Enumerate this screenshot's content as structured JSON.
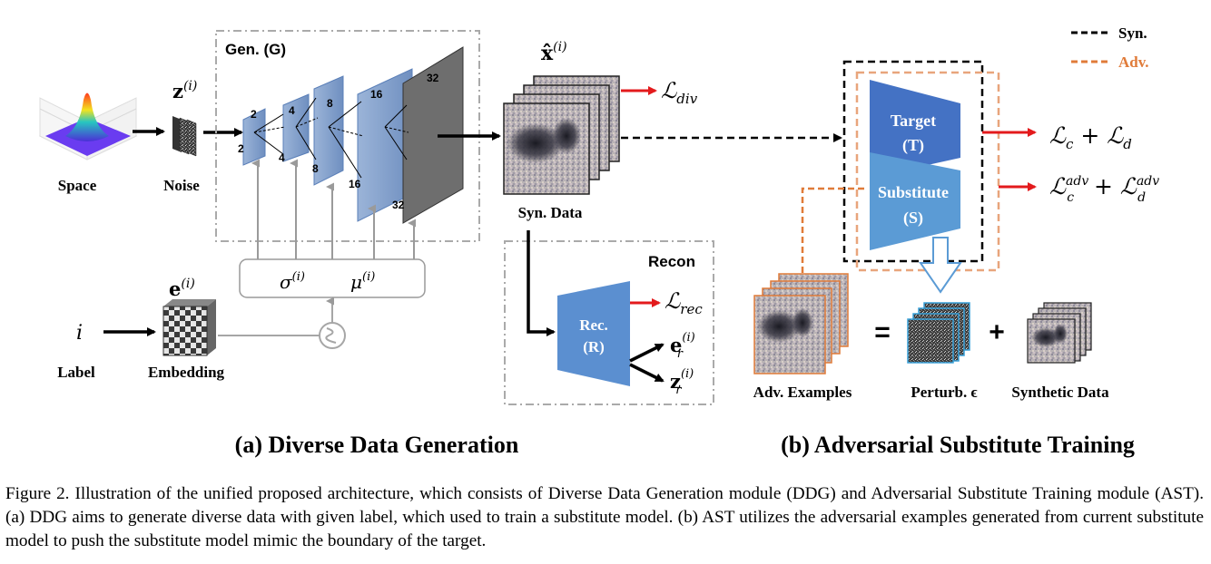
{
  "ddg": {
    "space_label": "Space",
    "noise_label": "Noise",
    "z_symbol": "z",
    "z_sup": "(i)",
    "gen_title": "Gen. (G)",
    "layer_sizes": [
      "2",
      "4",
      "8",
      "16",
      "32"
    ],
    "sigma": "σ",
    "mu": "μ",
    "param_sup": "(i)",
    "e_symbol": "e",
    "e_sup": "(i)",
    "label_symbol": "i",
    "label_text": "Label",
    "embedding_text": "Embedding",
    "xhat_symbol": "x̂",
    "xhat_sup": "(i)",
    "loss_div": "div",
    "syn_data": "Syn. Data",
    "recon_title": "Recon",
    "rec_line1": "Rec.",
    "rec_line2": "(R)",
    "loss_rec": "rec",
    "er_symbol": "e",
    "zr_symbol": "z",
    "r_sub": "r",
    "r_sup": "(i)"
  },
  "ast": {
    "legend_syn": "Syn.",
    "legend_adv": "Adv.",
    "target_line1": "Target",
    "target_line2": "(T)",
    "substitute_line1": "Substitute",
    "substitute_line2": "(S)",
    "loss_cd_c": "c",
    "loss_cd_d": "d",
    "loss_adv_sup": "adv",
    "adv_examples": "Adv. Examples",
    "perturb": "Perturb. ϵ",
    "synthetic": "Synthetic Data",
    "equals": "=",
    "plus": "+"
  },
  "colors": {
    "blue_dark": "#4472c4",
    "blue_light": "#5b9bd5",
    "orange": "#e07b39",
    "red": "#e31a1c",
    "gray_border": "#a6a6a6"
  },
  "subcaption_a": "(a) Diverse Data Generation",
  "subcaption_b": "(b) Adversarial Substitute Training",
  "caption": "Figure 2. Illustration of the unified proposed architecture, which consists of Diverse Data Generation module (DDG) and Adversarial Substitute Training module (AST). (a) DDG aims to generate diverse data with given label, which used to train a substitute model. (b) AST utilizes the adversarial examples generated from current substitute model to push the substitute model mimic the boundary of the target."
}
